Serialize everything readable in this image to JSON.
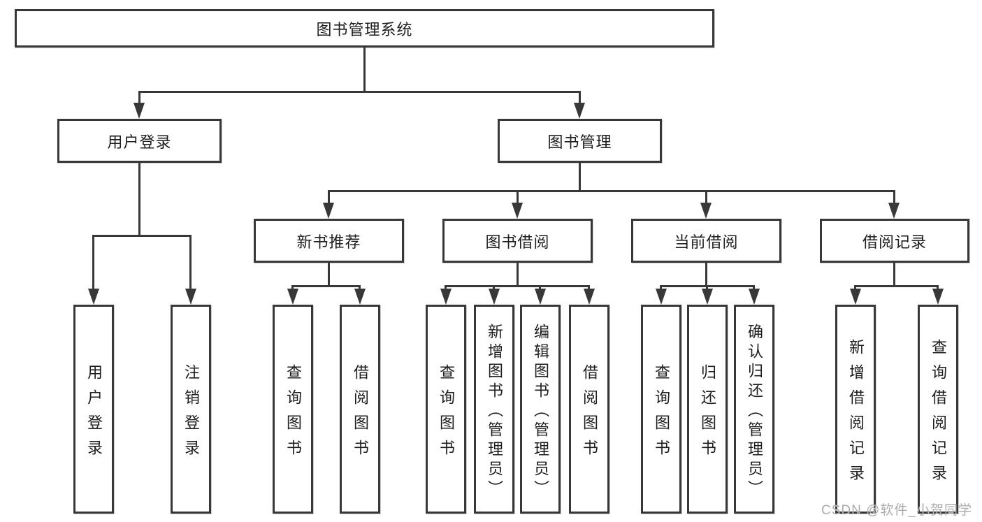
{
  "tree": {
    "label": "图书管理系统",
    "children": [
      {
        "label": "用户登录",
        "children": [
          {
            "label": "用户登录"
          },
          {
            "label": "注销登录"
          }
        ]
      },
      {
        "label": "图书管理",
        "children": [
          {
            "label": "新书推荐",
            "children": [
              {
                "label": "查询图书"
              },
              {
                "label": "借阅图书"
              }
            ]
          },
          {
            "label": "图书借阅",
            "children": [
              {
                "label": "查询图书"
              },
              {
                "label": "新增图书（管理员）"
              },
              {
                "label": "编辑图书（管理员）"
              },
              {
                "label": "借阅图书"
              }
            ]
          },
          {
            "label": "当前借阅",
            "children": [
              {
                "label": "查询图书"
              },
              {
                "label": "归还图书"
              },
              {
                "label": "确认归还（管理员）"
              }
            ]
          },
          {
            "label": "借阅记录",
            "children": [
              {
                "label": "新增借阅记录"
              },
              {
                "label": "查询借阅记录"
              }
            ]
          }
        ]
      }
    ]
  },
  "watermark": {
    "text": "CSDN @软件_小贺同学"
  },
  "style": {
    "line_color": "#383838",
    "text_color": "#1d1d1d",
    "watermark_color": "#ababab",
    "background": "#ffffff"
  }
}
